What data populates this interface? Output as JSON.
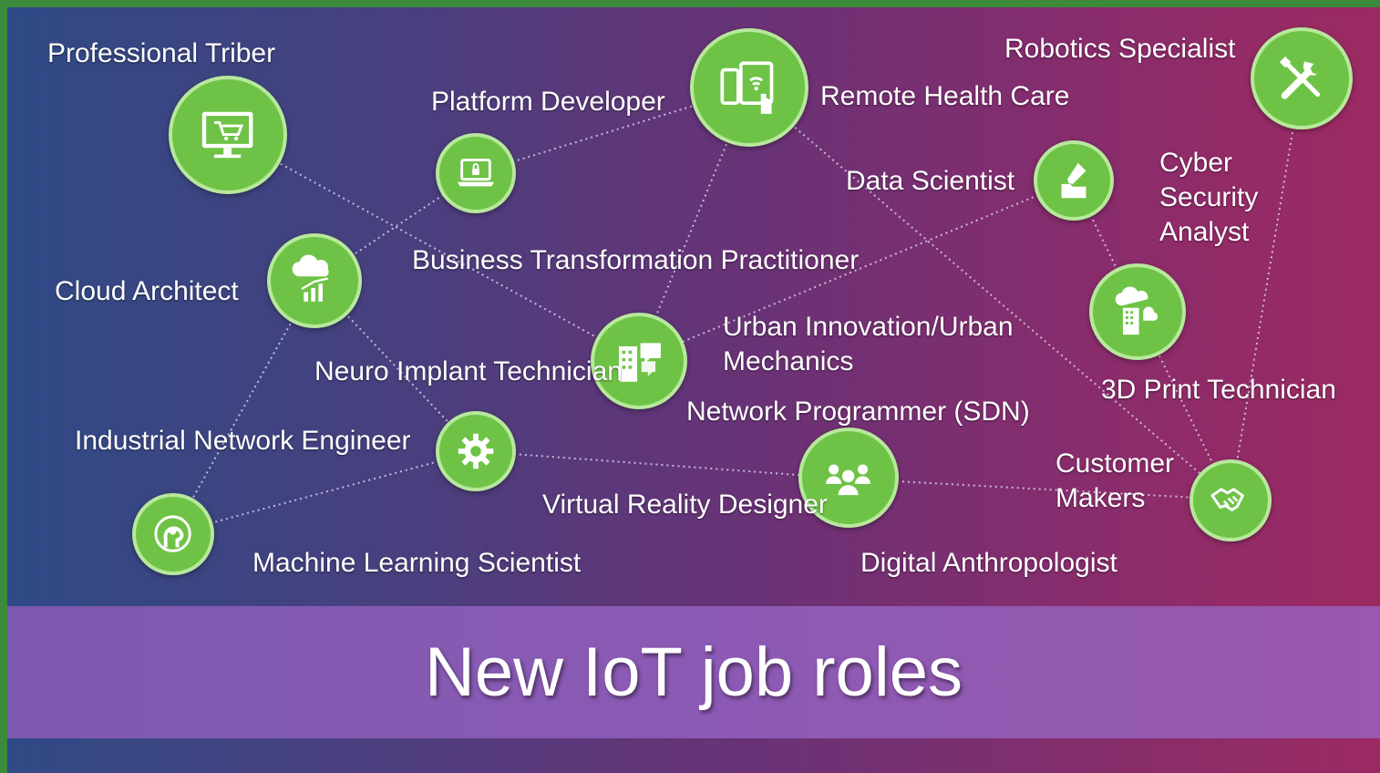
{
  "title": "New IoT job roles",
  "colors": {
    "node": "#6ec346",
    "node_ring": "#b7e89b",
    "banner": "#8b5ab4",
    "text": "#ffffff"
  },
  "roles": {
    "professional_triber": "Professional Triber",
    "platform_developer": "Platform Developer",
    "remote_health_care": "Remote Health Care",
    "robotics_specialist": "Robotics Specialist",
    "data_scientist": "Data Scientist",
    "cyber_security_analyst": "Cyber\nSecurity\nAnalyst",
    "business_transformation": "Business Transformation Practitioner",
    "cloud_architect": "Cloud Architect",
    "urban_innovation": "Urban Innovation/Urban\nMechanics",
    "neuro_implant": "Neuro Implant Technician",
    "print_3d": "3D Print Technician",
    "network_programmer": "Network Programmer (SDN)",
    "industrial_network": "Industrial Network Engineer",
    "customer_makers": "Customer\nMakers",
    "virtual_reality": "Virtual Reality Designer",
    "machine_learning": "Machine Learning Scientist",
    "digital_anthropologist": "Digital Anthropologist"
  },
  "icons": {
    "shopping_monitor": "shopping-cart-monitor-icon",
    "laptop_lock": "laptop-lock-icon",
    "tablet_touch": "tablet-touch-icon",
    "tools": "wrench-screwdriver-icon",
    "pipette_folder": "pipette-folder-icon",
    "cloud_chart": "cloud-chart-icon",
    "building_chat": "building-chat-icon",
    "cloud_building": "cloud-building-icon",
    "gear": "gear-icon",
    "people": "people-group-icon",
    "handshake": "handshake-icon",
    "person_brain": "person-brain-icon"
  }
}
